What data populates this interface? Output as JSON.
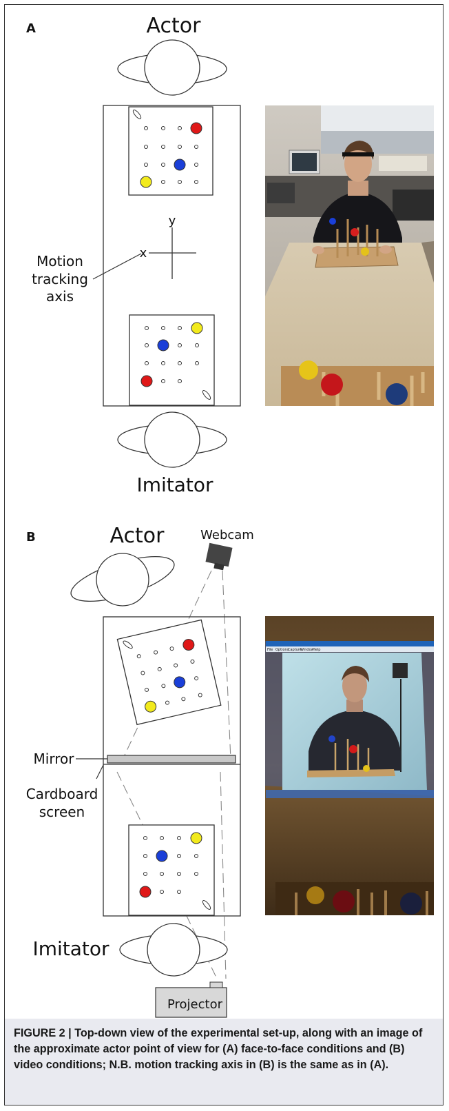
{
  "figure": {
    "panel_a": {
      "label": "A",
      "actor_label": "Actor",
      "imitator_label": "Imitator",
      "axis_label_x": "x",
      "axis_label_y": "y",
      "axis_caption_lines": [
        "Motion",
        "tracking",
        "axis"
      ]
    },
    "panel_b": {
      "label": "B",
      "actor_label": "Actor",
      "imitator_label": "Imitator",
      "webcam_label": "Webcam",
      "mirror_label": "Mirror",
      "cardboard_label_lines": [
        "Cardboard",
        "screen"
      ],
      "projector_label": "Projector",
      "video_menu_items": [
        "File",
        "Options",
        "Capture",
        "Window",
        "Help"
      ]
    },
    "colors": {
      "red": "#e01818",
      "blue": "#1a3fd8",
      "yellow": "#f2ea1c",
      "mirror_gray": "#c8c8c8"
    },
    "caption": {
      "lead": "FIGURE 2 | ",
      "text": "Top-down view of the experimental set-up, along with an image of the approximate actor point of view for (A) face-to-face conditions and (B) video conditions; N.B. motion tracking axis in (B) is the same as in (A)."
    }
  }
}
